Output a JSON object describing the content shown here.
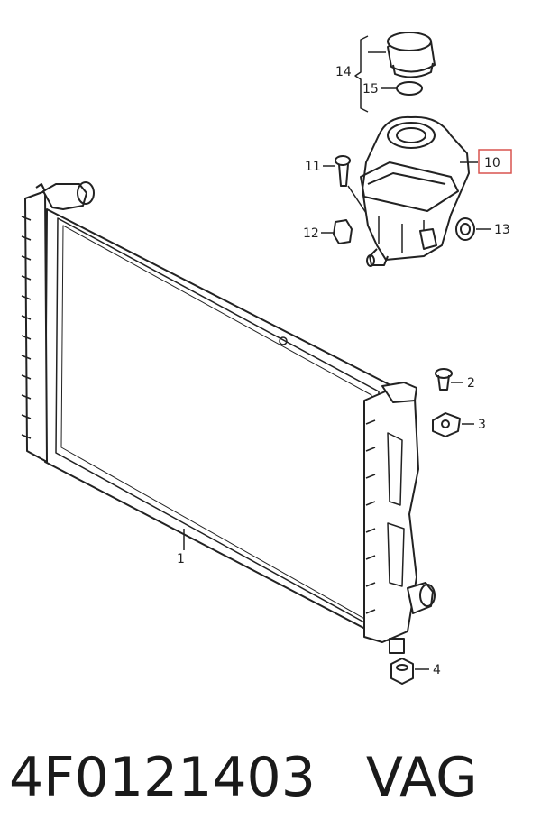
{
  "callouts": {
    "c1": "1",
    "c2": "2",
    "c3": "3",
    "c4": "4",
    "c10": "10",
    "c11": "11",
    "c12": "12",
    "c13": "13",
    "c14": "14",
    "c15": "15"
  },
  "highlight_color": "#d9534f",
  "caption": {
    "part_number": "4F0121403",
    "brand": "VAG"
  }
}
